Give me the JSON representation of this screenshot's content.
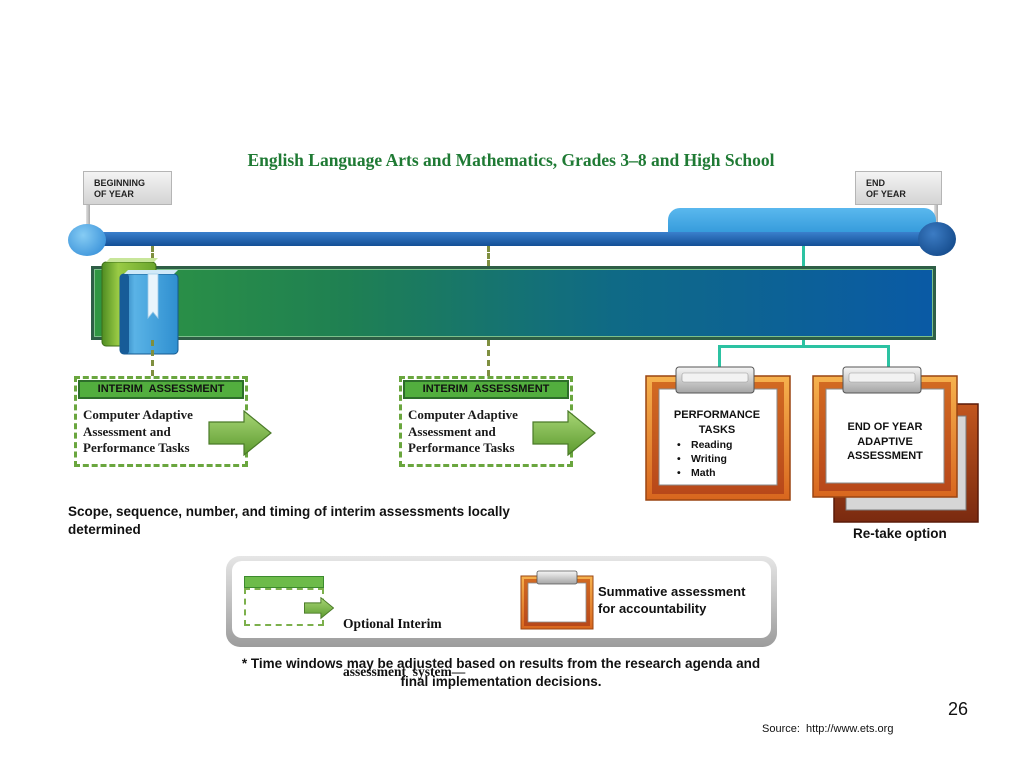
{
  "title": "English Language Arts and Mathematics, Grades 3–8 and High School",
  "timeline": {
    "start": [
      "BEGINNING",
      "OF YEAR"
    ],
    "end": [
      "END",
      "OF YEAR"
    ]
  },
  "interim": [
    {
      "header": "INTERIM  ASSESSMENT",
      "lines": [
        "Computer Adaptive",
        "Assessment and",
        "Performance Tasks"
      ]
    },
    {
      "header": "INTERIM  ASSESSMENT",
      "lines": [
        "Computer Adaptive",
        "Assessment and",
        "Performance Tasks"
      ]
    }
  ],
  "performance_tasks": {
    "title": [
      "PERFORMANCE",
      "TASKS"
    ],
    "items": [
      "Reading",
      "Writing",
      "Math"
    ]
  },
  "end_of_year": {
    "lines": [
      "END OF YEAR",
      "ADAPTIVE",
      "ASSESSMENT"
    ]
  },
  "scope_note": [
    "Scope, sequence, number, and timing of interim assessments locally",
    "determined"
  ],
  "retake_note": "Re-take option",
  "legend": {
    "optional": [
      "Optional Interim",
      "assessment  system—"
    ],
    "summative": [
      "Summative assessment",
      "for accountability"
    ]
  },
  "footnote": [
    "* Time windows may be adjusted based on results from the research agenda and",
    "final implementation decisions."
  ],
  "page_number": "26",
  "source": "Source:  http://www.ets.org",
  "icons": [
    "books-icon",
    "arrow-right-icon",
    "clipboard-icon"
  ],
  "colors": {
    "title": "#1f7a34",
    "timeline": "#1b5fae",
    "interim_green": "#52ae3e",
    "clipboard_orange": "#e8862c",
    "connector_teal": "#2cc2a2"
  }
}
